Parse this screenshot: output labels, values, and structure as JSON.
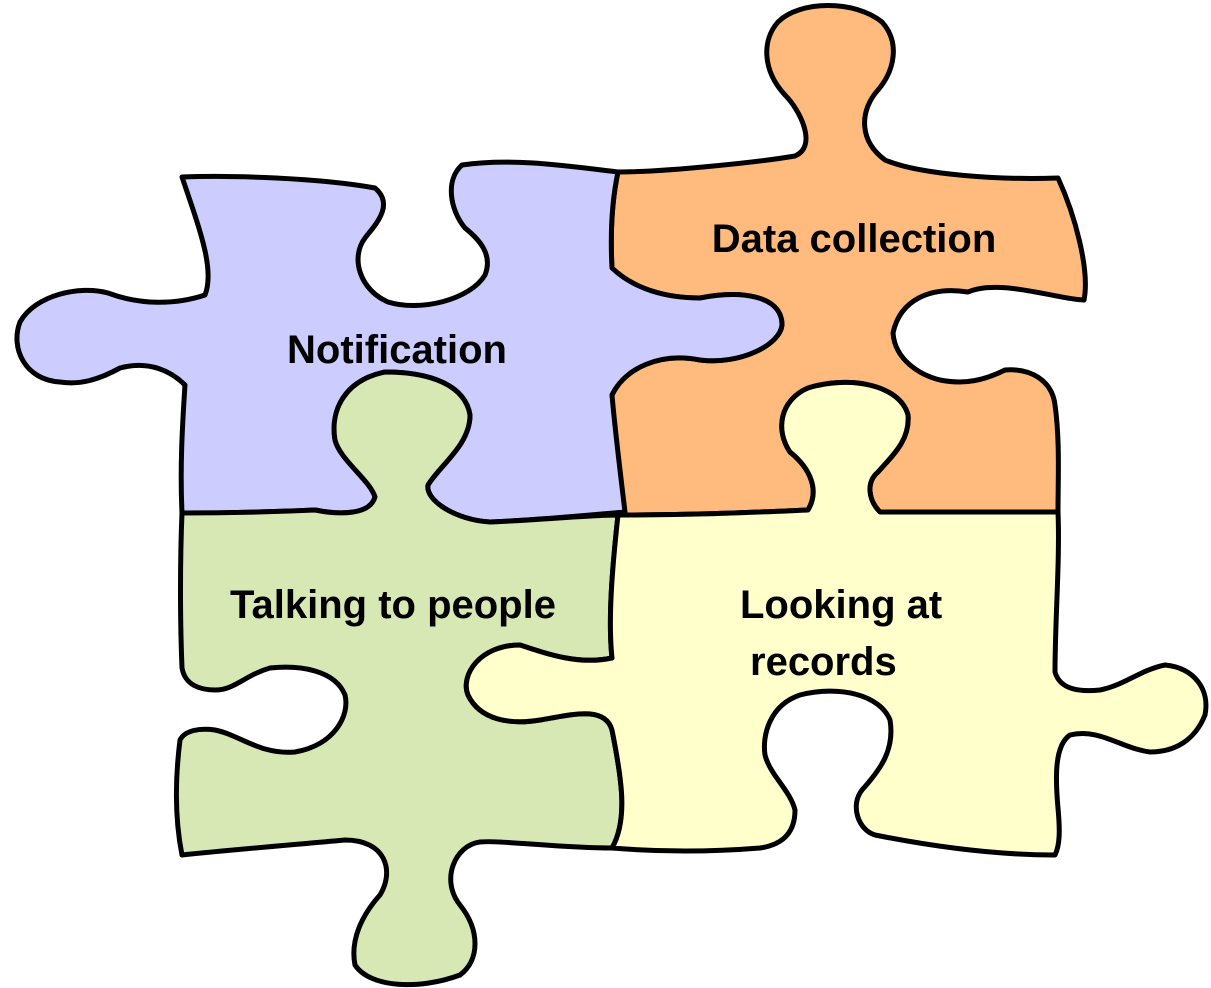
{
  "diagram": {
    "pieces": [
      {
        "id": "notification",
        "label_lines": [
          "Notification"
        ],
        "color": "#CCCCFF"
      },
      {
        "id": "data-collection",
        "label_lines": [
          "Data collection"
        ],
        "color": "#FFBB7D"
      },
      {
        "id": "talking-to-people",
        "label_lines": [
          "Talking to people"
        ],
        "color": "#D8E8B5"
      },
      {
        "id": "looking-at-records",
        "label_lines": [
          "Looking at",
          "records"
        ],
        "color": "#FFFFCC"
      }
    ]
  }
}
